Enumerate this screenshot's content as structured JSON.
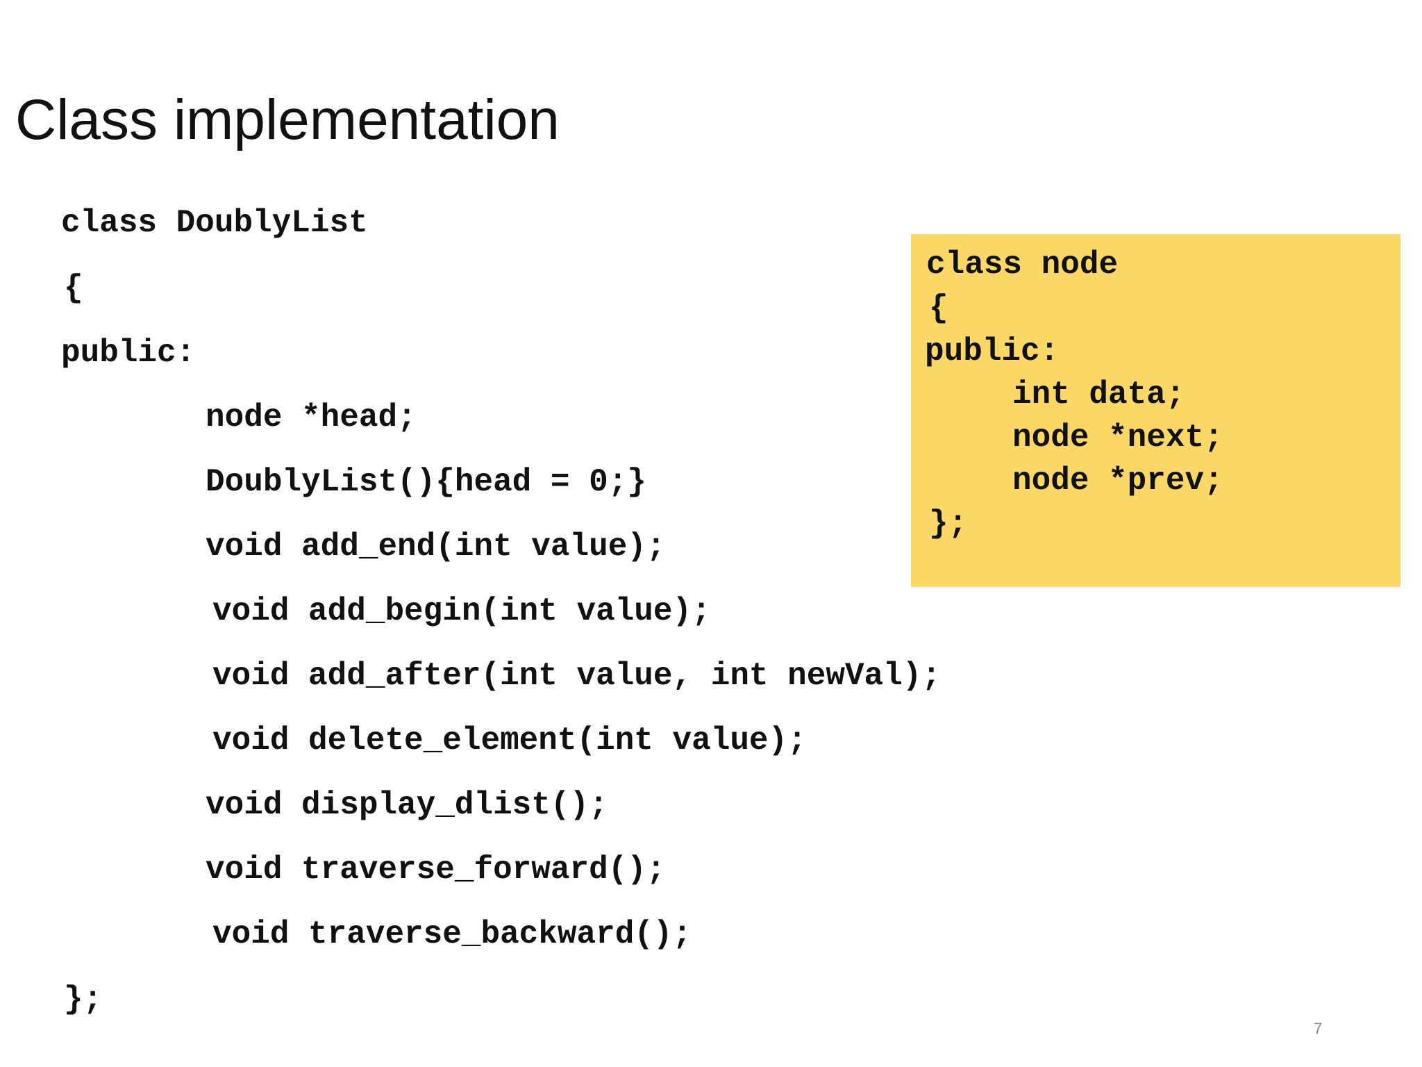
{
  "slide": {
    "title": "Class implementation",
    "page_number": "7"
  },
  "main_code": {
    "lines": [
      "class DoublyList",
      "{",
      "public:",
      "node *head;",
      "DoublyList(){head = 0;}",
      "void add_end(int value);",
      "void add_begin(int value);",
      "void add_after(int value, int newVal);",
      "void delete_element(int value);",
      "void display_dlist();",
      "void traverse_forward();",
      "void traverse_backward();",
      "};"
    ]
  },
  "node_box": {
    "background_color": "#fdd868",
    "lines": [
      "class node",
      "{",
      "public:",
      "int data;",
      "node *next;",
      "node *prev;",
      "};"
    ]
  }
}
